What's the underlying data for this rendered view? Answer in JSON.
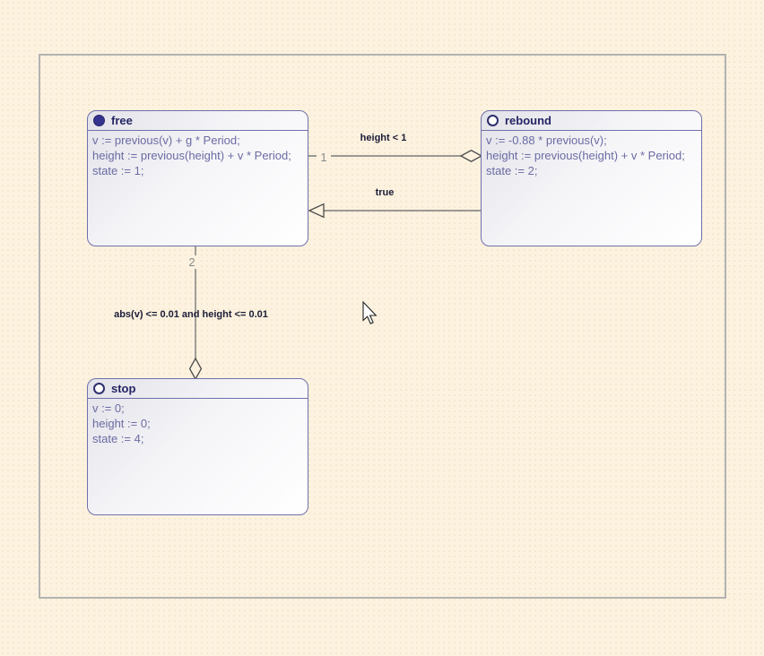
{
  "canvas": {
    "background": "#fcf2df",
    "border_color": "#b3b3b0"
  },
  "states": [
    {
      "id": "free",
      "title": "free",
      "icon": "filled-circle-initial-state-icon",
      "lines": [
        "v := previous(v) + g * Period;",
        "height := previous(height) + v * Period;",
        "state := 1;"
      ]
    },
    {
      "id": "rebound",
      "title": "rebound",
      "icon": "open-circle-state-icon",
      "lines": [
        "v := -0.88 * previous(v);",
        "height := previous(height) + v * Period;",
        "state := 2;"
      ]
    },
    {
      "id": "stop",
      "title": "stop",
      "icon": "open-circle-state-icon",
      "lines": [
        "v := 0;",
        "height := 0;",
        "state := 4;"
      ]
    }
  ],
  "transitions": [
    {
      "from": "free",
      "to": "rebound",
      "label": "height < 1",
      "priority": "1"
    },
    {
      "from": "rebound",
      "to": "free",
      "label": "true"
    },
    {
      "from": "free",
      "to": "stop",
      "label": "abs(v) <= 0.01 and height <= 0.01",
      "priority": "2"
    }
  ],
  "colors": {
    "state_border": "#7070ab",
    "state_title_text": "#252564",
    "state_code_text": "#6b6ba3",
    "edge_line": "#7a7a7a",
    "edge_arrow_outline": "#4d4d4d",
    "edge_label_text": "#1c1c38",
    "priority_number_text": "#8b8b8b"
  }
}
